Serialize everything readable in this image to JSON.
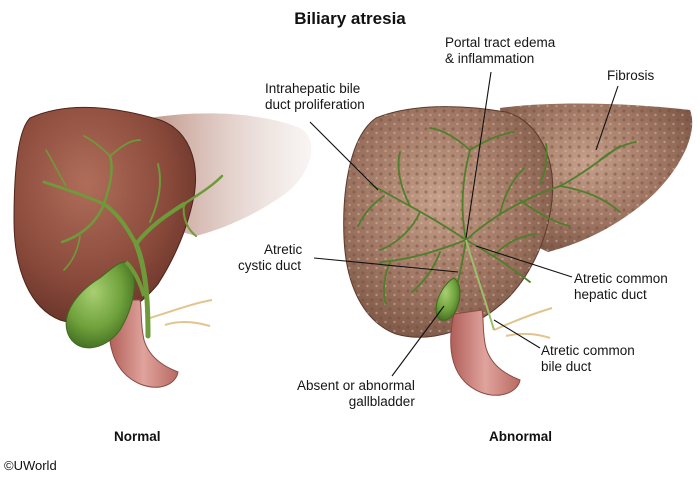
{
  "title": "Biliary atresia",
  "panels": {
    "normal_caption": "Normal",
    "abnormal_caption": "Abnormal"
  },
  "labels": {
    "portal_line1": "Portal tract edema",
    "portal_line2": "& inflammation",
    "intrahepatic_line1": "Intrahepatic bile",
    "intrahepatic_line2": "duct proliferation",
    "fibrosis": "Fibrosis",
    "cystic_line1": "Atretic",
    "cystic_line2": "cystic duct",
    "hepatic_line1": "Atretic common",
    "hepatic_line2": "hepatic duct",
    "bile_line1": "Atretic common",
    "bile_line2": "bile duct",
    "gallbladder_line1": "Absent or abnormal",
    "gallbladder_line2": "gallbladder"
  },
  "credit": "©UWorld",
  "colors": {
    "liver": "#8a4a3b",
    "liver_dark": "#5e2e24",
    "abnormal_liver": "#9c7360",
    "gallbladder": "#6fa13c",
    "bile_duct": "#6f9a3a",
    "intestine": "#c97a74"
  }
}
